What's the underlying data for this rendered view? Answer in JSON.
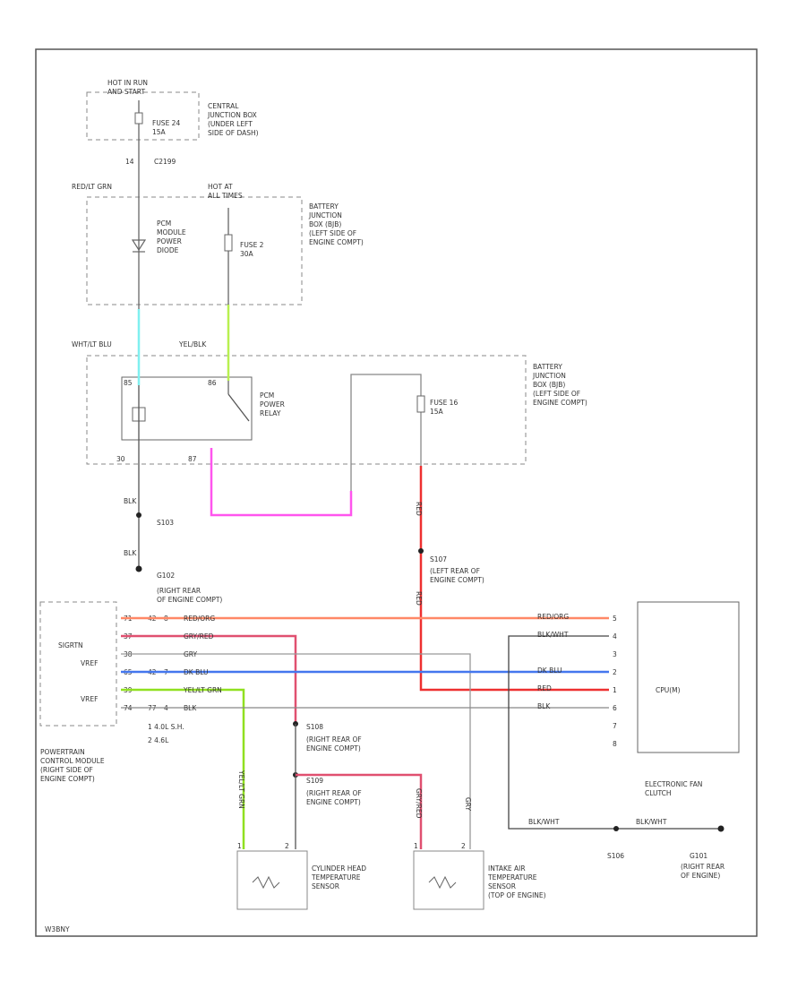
{
  "diagram_code": "W3BNY",
  "fuse_box_1": {
    "hot_label": "HOT IN RUN\nAND START",
    "fuse": "FUSE 24\n15A",
    "desc": "CENTRAL\nJUNCTION BOX\n(UNDER LEFT\nSIDE OF DASH)",
    "pin": "14",
    "connector": "C2199"
  },
  "fuse_box_2": {
    "wire_top": "RED/LT GRN",
    "hot_label": "HOT AT\nALL TIMES",
    "module_label": "PCM\nMODULE\nPOWER\nDIODE",
    "fuse": "FUSE 2\n30A",
    "desc": "BATTERY\nJUNCTION\nBOX (BJB)\n(LEFT SIDE OF\nENGINE COMPT)"
  },
  "relay_box": {
    "wire_left": "WHT/LT BLU",
    "wire_right": "YEL/BLK",
    "relay_label": "PCM\nPOWER\nRELAY",
    "fuse": "FUSE 16\n15A",
    "desc": "BATTERY\nJUNCTION\nBOX (BJB)\n(LEFT SIDE OF\nENGINE COMPT)",
    "pin_top_left": "85",
    "pin_top_right": "86",
    "pin_bottom_left": "30",
    "pin_bottom_right": "87"
  },
  "ground_s": {
    "wire1": "BLK",
    "splice": "S103",
    "wire2": "BLK",
    "ground": "G102",
    "desc": "(RIGHT REAR\nOF ENGINE COMPT)"
  },
  "s107": {
    "name": "S107",
    "desc": "(LEFT REAR OF\nENGINE COMPT)",
    "wire_above": "RED",
    "wire_below": "RED"
  },
  "pcm": {
    "pins": [
      {
        "left": "71",
        "mid": "42",
        "right": "8",
        "wire": "RED/ORG"
      },
      {
        "left": "37",
        "mid": "",
        "right": "",
        "wire": "GRY/RED"
      },
      {
        "left": "38",
        "mid": "",
        "right": "",
        "wire": "GRY"
      },
      {
        "left": "65",
        "mid": "42",
        "right": "7",
        "wire": "DK BLU"
      },
      {
        "left": "39",
        "mid": "",
        "right": "",
        "wire": "YEL/LT GRN"
      },
      {
        "left": "74",
        "mid": "77",
        "right": "4",
        "wire": "BLK"
      }
    ],
    "signal_labels": [
      "SIGRTN",
      "VREF",
      "VREF"
    ],
    "footnotes": [
      "1  4.0L S.H.",
      "2  4.6L"
    ],
    "name": "POWERTRAIN\nCONTROL MODULE\n(RIGHT SIDE OF\nENGINE COMPT)"
  },
  "fan_clutch": {
    "name": "ELECTRONIC FAN\nCLUTCH",
    "inner": "CPU(M)",
    "wires": [
      "RED/ORG",
      "BLK/WHT",
      "",
      "DK BLU",
      "RED",
      "BLK",
      "",
      ""
    ],
    "pins": [
      "5",
      "4",
      "3",
      "2",
      "1",
      "6",
      "7",
      "8"
    ]
  },
  "splices": {
    "s108": "S108",
    "s108_desc": "(RIGHT REAR OF\nENGINE COMPT)",
    "s109": "S109",
    "s109_desc": "(RIGHT REAR OF\nENGINE COMPT)"
  },
  "sensors": {
    "cht": {
      "name": "CYLINDER HEAD\nTEMPERATURE\nSENSOR",
      "wire_left": "YEL/LT GRN",
      "pin_left": "1",
      "pin_right": "2"
    },
    "iat": {
      "name": "INTAKE AIR\nTEMPERATURE\nSENSOR\n(TOP OF ENGINE)",
      "wire_left": "GRY/RED",
      "wire_right": "GRY",
      "pin_left": "1",
      "pin_right": "2"
    }
  },
  "ground_fan": {
    "wire1": "BLK/WHT",
    "splice": "S106",
    "wire2": "BLK/WHT",
    "ground": "G101",
    "desc": "(RIGHT REAR\nOF ENGINE)"
  },
  "colors": {
    "pink": "#ff55ee",
    "cyan": "#80f0f0",
    "lime": "#b8f050",
    "orange": "#ff8866",
    "red": "#ee3030",
    "blue": "#4477ee",
    "green": "#90e020",
    "black": "#333333",
    "gray": "#9a9a9a",
    "rose": "#e05070"
  }
}
